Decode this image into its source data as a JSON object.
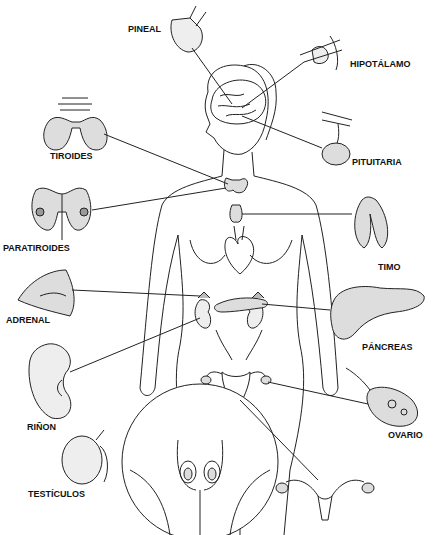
{
  "diagram": {
    "labels": [
      "PINEAL",
      "HIPOTÁLAMO",
      "TIROIDES",
      "PITUITARIA",
      "PARATIROIDES",
      "TIMO",
      "ADRENAL",
      "PÁNCREAS",
      "RIÑON",
      "OVARIO",
      "TESTÍCULOS"
    ]
  }
}
